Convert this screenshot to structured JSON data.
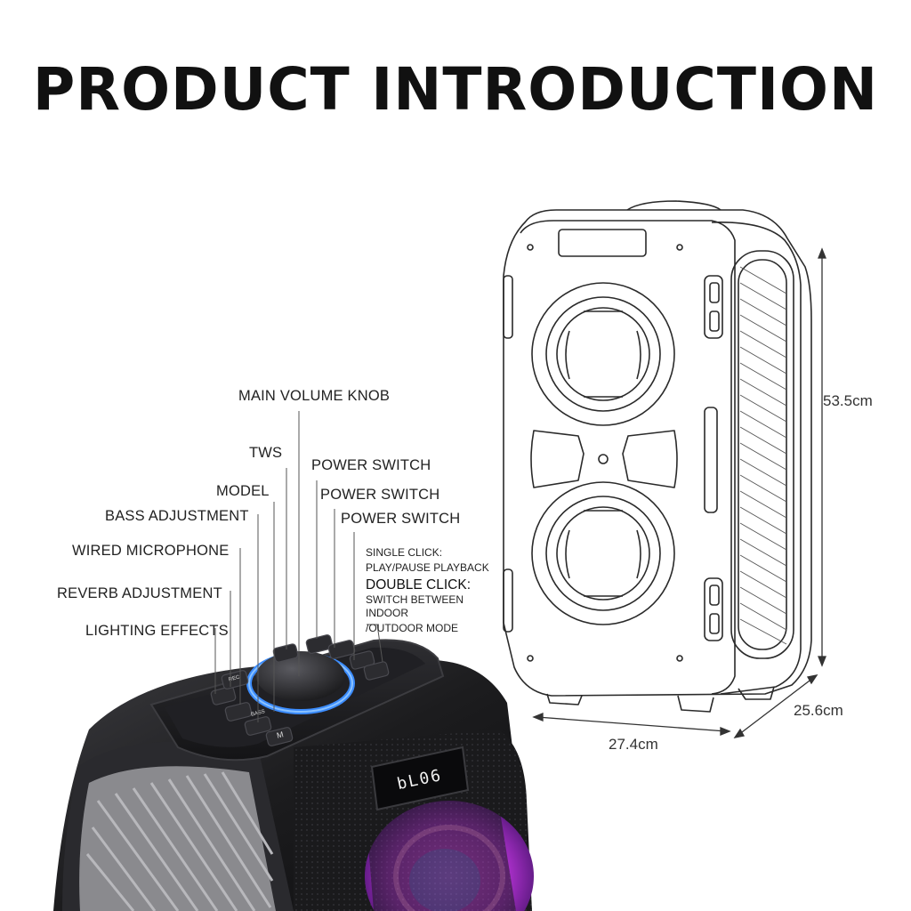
{
  "page": {
    "title": "PRODUCT INTRODUCTION"
  },
  "callouts": {
    "main_volume_knob": "MAIN VOLUME KNOB",
    "tws": "TWS",
    "model": "MODEL",
    "bass_adjustment": "BASS ADJUSTMENT",
    "wired_microphone": "WIRED MICROPHONE",
    "reverb_adjustment": "REVERB ADJUSTMENT",
    "lighting_effects": "LIGHTING EFFECTS",
    "power_switch_1": "POWER SWITCH",
    "power_switch_2": "POWER SWITCH",
    "power_switch_3": "POWER SWITCH"
  },
  "notes": {
    "single_click_title": "SINGLE CLICK:",
    "single_click_desc": "PLAY/PAUSE PLAYBACK",
    "double_click_title": "DOUBLE CLICK:",
    "double_click_desc_1": "SWITCH BETWEEN INDOOR",
    "double_click_desc_2": "/OUTDOOR MODE"
  },
  "dimensions": {
    "height": "53.5cm",
    "depth": "25.6cm",
    "width": "27.4cm"
  },
  "speaker": {
    "display_text": "bL06",
    "button_labels": {
      "bass": "BASS",
      "mode": "M",
      "rec": "REC"
    }
  },
  "colors": {
    "ring_glow": "#3b8cff",
    "light_magenta": "#c03ad8",
    "speaker_body": "#1c1c1e"
  }
}
